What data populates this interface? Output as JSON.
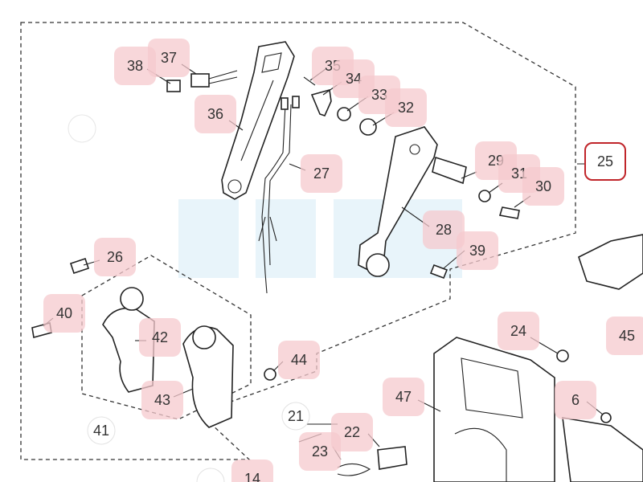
{
  "diagram": {
    "colors": {
      "highlight": "#f6c9cd",
      "selected_border": "#c0252a",
      "line": "#222222",
      "label_text": "#333333",
      "watermark": "#d6ebf6"
    },
    "callouts": [
      {
        "id": "38",
        "text": "38",
        "highlighted": true
      },
      {
        "id": "37",
        "text": "37",
        "highlighted": true
      },
      {
        "id": "35",
        "text": "35",
        "highlighted": true
      },
      {
        "id": "34",
        "text": "34",
        "highlighted": true
      },
      {
        "id": "33",
        "text": "33",
        "highlighted": true
      },
      {
        "id": "32",
        "text": "32",
        "highlighted": true
      },
      {
        "id": "36",
        "text": "36",
        "highlighted": true
      },
      {
        "id": "27",
        "text": "27",
        "highlighted": true
      },
      {
        "id": "29",
        "text": "29",
        "highlighted": true
      },
      {
        "id": "31",
        "text": "31",
        "highlighted": true
      },
      {
        "id": "30",
        "text": "30",
        "highlighted": true
      },
      {
        "id": "25",
        "text": "25",
        "highlighted": false,
        "selected": true
      },
      {
        "id": "28",
        "text": "28",
        "highlighted": true
      },
      {
        "id": "39",
        "text": "39",
        "highlighted": true
      },
      {
        "id": "26",
        "text": "26",
        "highlighted": true
      },
      {
        "id": "40",
        "text": "40",
        "highlighted": true
      },
      {
        "id": "42",
        "text": "42",
        "highlighted": true
      },
      {
        "id": "43",
        "text": "43",
        "highlighted": true
      },
      {
        "id": "44",
        "text": "44",
        "highlighted": true
      },
      {
        "id": "41",
        "text": "41",
        "highlighted": false
      },
      {
        "id": "24",
        "text": "24",
        "highlighted": true
      },
      {
        "id": "45",
        "text": "45",
        "highlighted": true
      },
      {
        "id": "47",
        "text": "47",
        "highlighted": true
      },
      {
        "id": "6",
        "text": "6",
        "highlighted": true
      },
      {
        "id": "21",
        "text": "21",
        "highlighted": false
      },
      {
        "id": "22",
        "text": "22",
        "highlighted": true
      },
      {
        "id": "23",
        "text": "23",
        "highlighted": true
      },
      {
        "id": "14",
        "text": "14",
        "highlighted": true
      },
      {
        "id": "cut",
        "text": "",
        "highlighted": false
      }
    ]
  }
}
